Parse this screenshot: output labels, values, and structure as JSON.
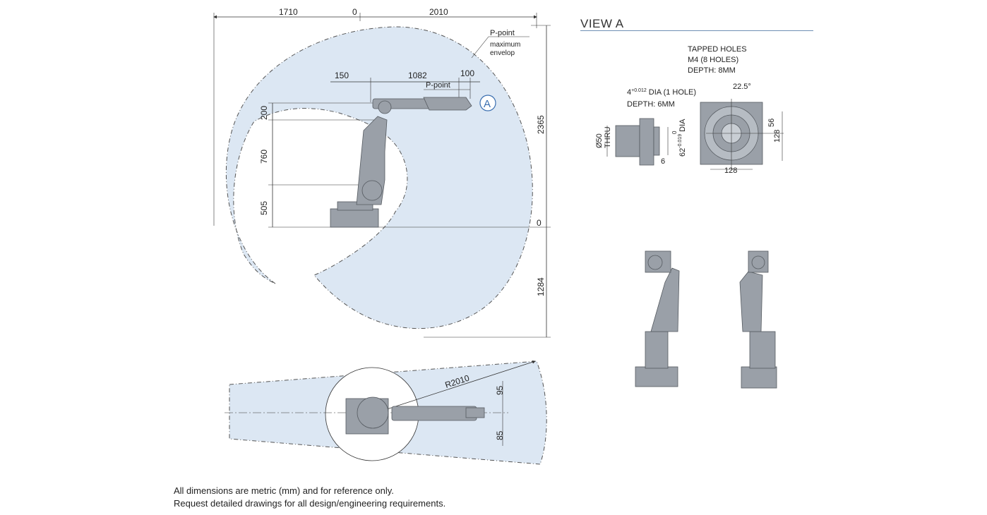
{
  "side_view": {
    "top_dims": {
      "left": "1710",
      "zero": "0",
      "right": "2010"
    },
    "right_dims": {
      "total": "2365",
      "zero": "0",
      "below": "1284"
    },
    "left_dims": {
      "d200": "200",
      "d760": "760",
      "d505": "505"
    },
    "arm_dims": {
      "d150": "150",
      "d1082": "1082",
      "d100": "100"
    },
    "p_point_label": "P-point",
    "envelope_label": {
      "line1": "P-point",
      "line2": "maximum",
      "line3": "envelop"
    },
    "view_marker": "A"
  },
  "top_view": {
    "radius": "R2010",
    "d95": "95",
    "d85": "85"
  },
  "view_a": {
    "title": "VIEW A",
    "tapped_holes": {
      "line1": "TAPPED HOLES",
      "line2": "M4 (8 HOLES)",
      "line3": "DEPTH: 8MM"
    },
    "pin_hole": {
      "line1_prefix": "4",
      "line1_tol": "+0.012",
      "line1_suffix": " DIA (1 HOLE)",
      "line2": "DEPTH: 6MM"
    },
    "angle": "22.5°",
    "d56": "56",
    "d128_h": "128",
    "d128_v": "128",
    "thru": {
      "line1": "Ø50",
      "line2": "THRU"
    },
    "dia62": {
      "main": "62",
      "tol_top": "0",
      "tol_bot": "-0.019",
      "suffix": " DIA"
    },
    "d6": "6"
  },
  "notes": {
    "line1": "All dimensions are metric (mm) and for reference only.",
    "line2": "Request detailed drawings for all design/engineering requirements."
  },
  "colors": {
    "envelope": "#dce7f3",
    "robot": "#9aa0a8",
    "robot_dark": "#555a60",
    "line": "#333333",
    "accent": "#3b6fb0"
  }
}
